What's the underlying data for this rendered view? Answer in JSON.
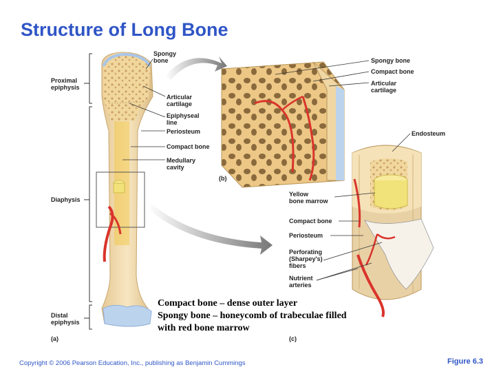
{
  "title": "Structure of Long Bone",
  "labels": {
    "a_spongy_bone": "Spongy\nbone",
    "proximal_epiphysis": "Proximal\nepiphysis",
    "a_articular_cartilage": "Articular\ncartilage",
    "epiphyseal_line": "Epiphyseal\nline",
    "a_periosteum": "Periosteum",
    "a_compact_bone": "Compact bone",
    "medullary_cavity": "Medullary\ncavity",
    "diaphysis": "Diaphysis",
    "distal_epiphysis": "Distal\nepiphysis",
    "panel_a": "(a)",
    "panel_b": "(b)",
    "panel_c": "(c)",
    "b_spongy_bone": "Spongy bone",
    "b_compact_bone": "Compact bone",
    "b_articular_cartilage": "Articular\ncartilage",
    "endosteum": "Endosteum",
    "yellow_bone_marrow": "Yellow\nbone marrow",
    "c_compact_bone": "Compact bone",
    "c_periosteum": "Periosteum",
    "perforating_fibers": "Perforating\n(Sharpey's)\nfibers",
    "nutrient_arteries": "Nutrient\narteries"
  },
  "caption": {
    "line1": "Compact bone – dense outer layer",
    "line2": "Spongy bone – honeycomb of trabeculae filled",
    "line3": "with red bone marrow"
  },
  "footer": {
    "copyright": "Copyright © 2006 Pearson Education, Inc., publishing as Benjamin Cummings",
    "figure": "Figure 6.3"
  },
  "colors": {
    "title": "#2f55c6",
    "bone": "#f3deb0",
    "spongy": "#e9c98a",
    "artery": "#d9342b",
    "cartilage": "#bcd3ee",
    "marrow": "#f1e27a"
  }
}
